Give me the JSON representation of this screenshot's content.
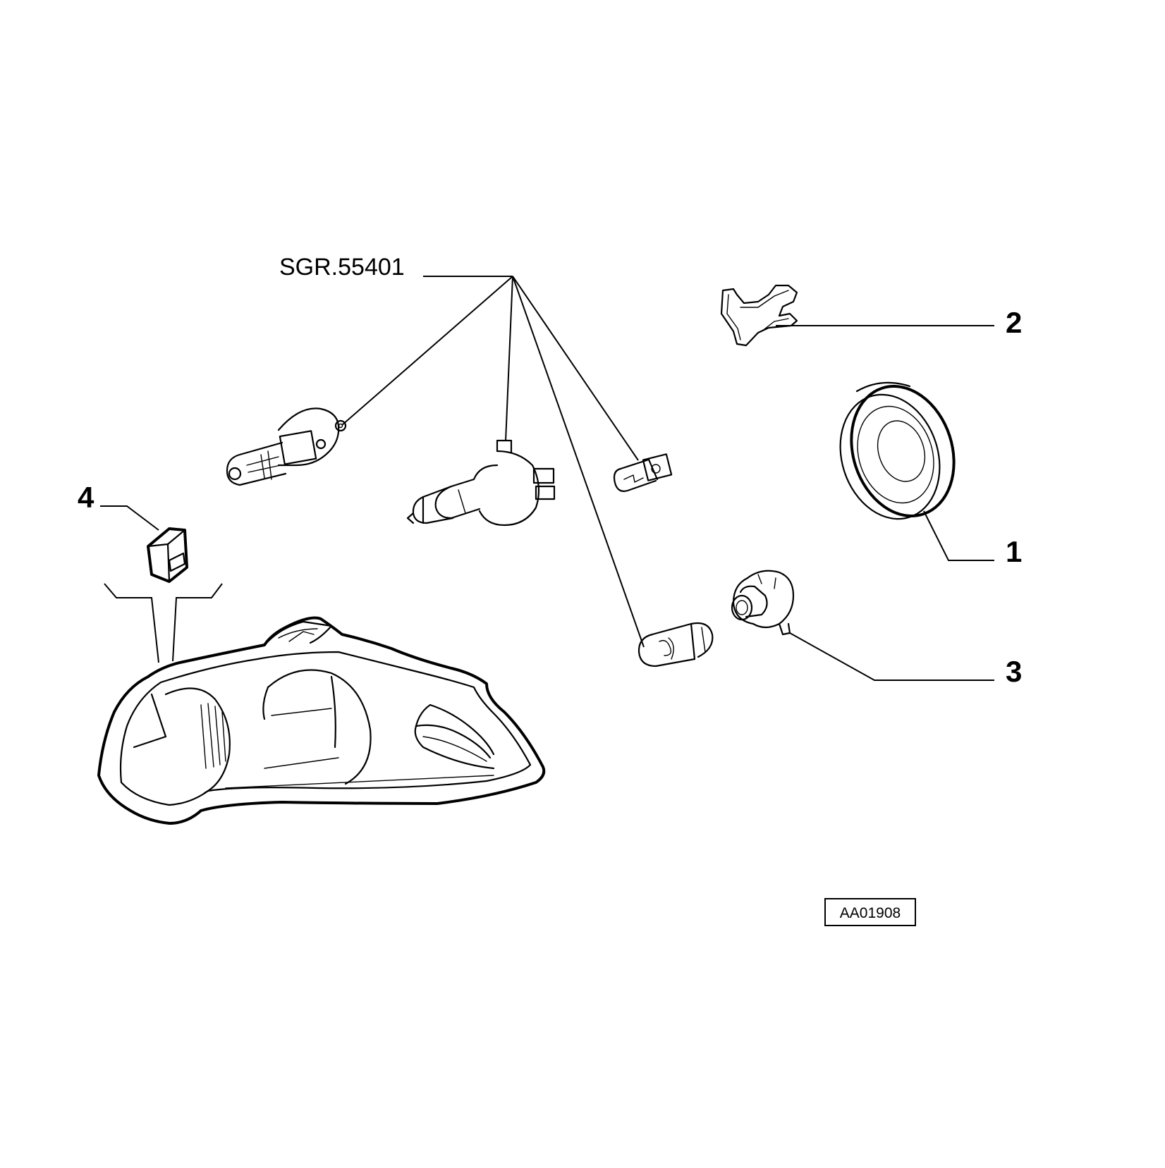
{
  "diagram": {
    "group_reference": "SGR.55401",
    "drawing_code": "AA01908",
    "callouts": [
      {
        "number": "1",
        "part": "lamp-cover-cap"
      },
      {
        "number": "2",
        "part": "bulb-retaining-spring-clip"
      },
      {
        "number": "3",
        "part": "bulb-holder"
      },
      {
        "number": "4",
        "part": "fastening-clip"
      }
    ],
    "colors": {
      "ink": "#000000",
      "background": "#ffffff"
    }
  }
}
